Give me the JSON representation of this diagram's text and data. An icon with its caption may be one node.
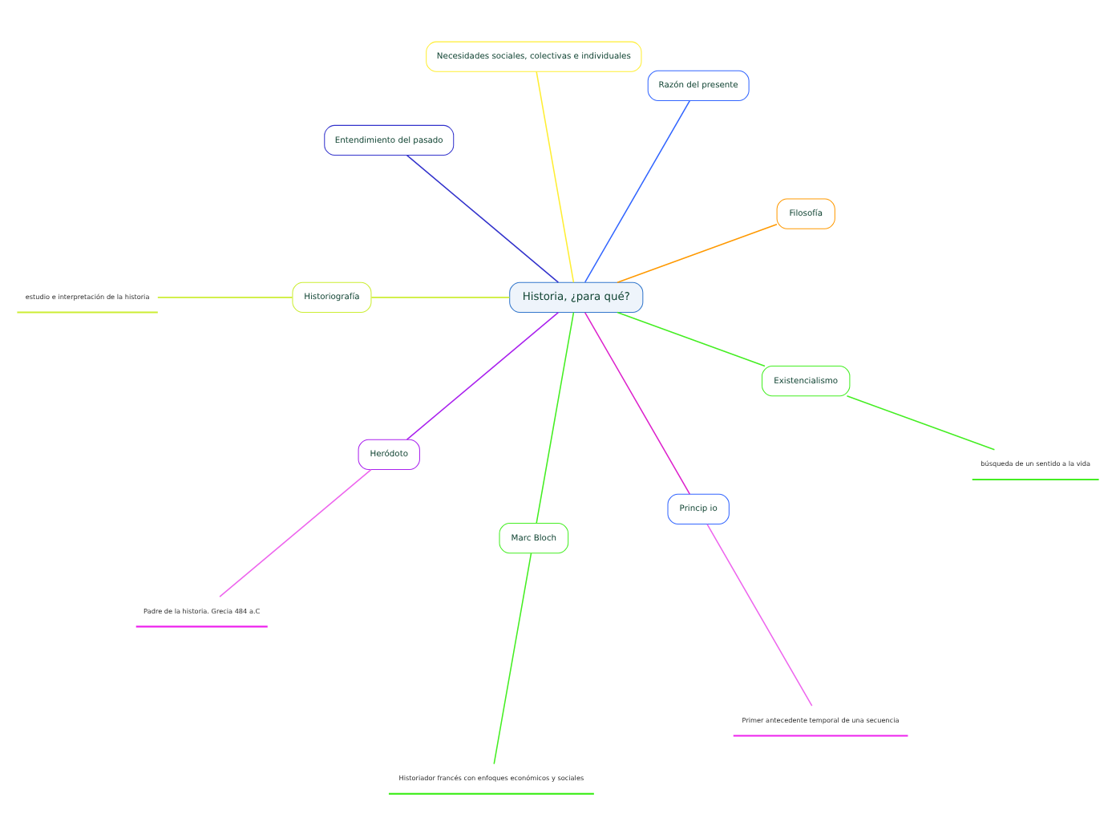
{
  "diagram": {
    "nodes": [
      {
        "text": [
          "Historia, ¿para qué?"
        ]
      },
      {
        "text": [
          "Filosofía"
        ]
      },
      {
        "text": [
          "Razón del presente"
        ]
      },
      {
        "text": [
          "Necesidades sociales, colectivas e individuales"
        ]
      },
      {
        "text": [
          "Entendimiento del pasado"
        ]
      },
      {
        "text": [
          "Historiografía"
        ]
      },
      {
        "text": [
          "estudio e interpretación de la historia"
        ]
      },
      {
        "text": [
          "Heródoto"
        ]
      },
      {
        "text": [
          "Padre de la historia. Grecia 484 a.C"
        ]
      },
      {
        "text": [
          "Marc Bloch"
        ]
      },
      {
        "text": [
          "Historiador francés con enfoques económicos y sociales"
        ]
      },
      {
        "text": [
          "Princip io"
        ]
      },
      {
        "text": [
          "Primer antecedente temporal de una secuencia"
        ]
      },
      {
        "text": [
          "Existencialismo"
        ]
      },
      {
        "text": [
          "búsqueda de un sentido a la vida"
        ]
      }
    ],
    "edges": [
      {
        "from": 0,
        "to": 1,
        "arrow": "none",
        "color": "#ff9900"
      },
      {
        "from": 0,
        "to": 2,
        "arrow": "none",
        "color": "#3366ff"
      },
      {
        "from": 0,
        "to": 3,
        "arrow": "none",
        "color": "#ffee33"
      },
      {
        "from": 0,
        "to": 4,
        "arrow": "none",
        "color": "#3333cc"
      },
      {
        "from": 0,
        "to": 5,
        "arrow": "none",
        "color": "#ccee33"
      },
      {
        "from": 5,
        "to": 6,
        "arrow": "none",
        "color": "#ccee33"
      },
      {
        "from": 0,
        "to": 7,
        "arrow": "none",
        "color": "#aa22ee"
      },
      {
        "from": 7,
        "to": 8,
        "arrow": "none",
        "color": "#ee66ee"
      },
      {
        "from": 0,
        "to": 9,
        "arrow": "none",
        "color": "#44ee22"
      },
      {
        "from": 9,
        "to": 10,
        "arrow": "none",
        "color": "#44ee22"
      },
      {
        "from": 0,
        "to": 11,
        "arrow": "none",
        "color": "#dd22cc"
      },
      {
        "from": 11,
        "to": 12,
        "arrow": "none",
        "color": "#ee66ee"
      },
      {
        "from": 0,
        "to": 13,
        "arrow": "none",
        "color": "#44ee22"
      },
      {
        "from": 13,
        "to": 14,
        "arrow": "none",
        "color": "#44ee22"
      }
    ]
  }
}
